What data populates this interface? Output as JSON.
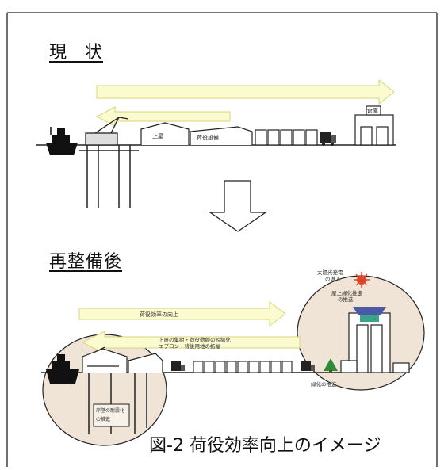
{
  "figure": {
    "section_current": "現 状",
    "section_after": "再整備後",
    "caption": "図-2 荷役効率向上のイメージ"
  },
  "labels": {
    "warehouse_top": "上屋",
    "storage_top": "荷役設備",
    "gate_top": "倉庫",
    "solar": "太陽光発電",
    "solar_sub": "の導入",
    "roof": "屋上緑化推進",
    "roof_sub": "の推進",
    "arrow1": "荷役効率の向上",
    "arrow2_l1": "上屋の集約・荷役動線の短縮化",
    "arrow2_l2": "エプロン・背後用地の拡幅",
    "green": "緑化の推進",
    "circle_left_l1": "岸壁の耐震化",
    "circle_left_l2": "の推進"
  },
  "colors": {
    "arrow_fill": "#fbfbd0",
    "arrow_stroke": "#d8d47a",
    "line": "#222222",
    "circle_fill": "#efe4d6",
    "solar": "#e0442a",
    "roof_cap": "#4b5aa8",
    "green_tree": "#2e8b3a",
    "teal": "#3aa48a"
  }
}
